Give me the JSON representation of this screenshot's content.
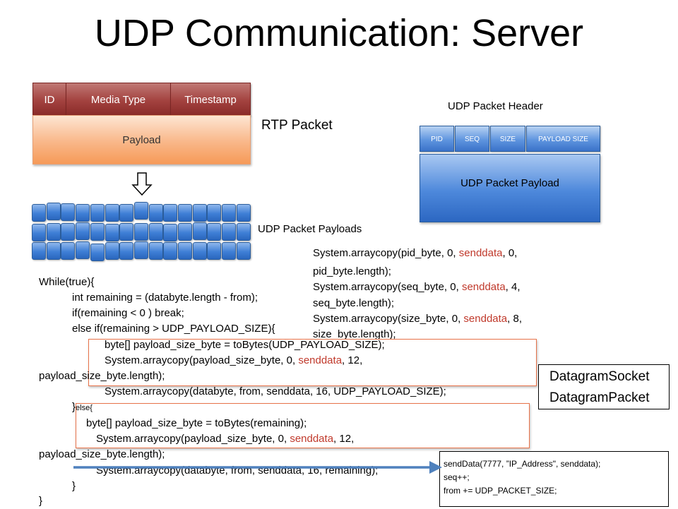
{
  "title": "UDP Communication: Server",
  "rtp": {
    "header_fields": [
      "ID",
      "Media Type",
      "Timestamp"
    ],
    "payload": "Payload",
    "label": "RTP Packet"
  },
  "udp_payloads_label": "UDP Packet Payloads",
  "udp_packet": {
    "header_label": "UDP Packet Header",
    "fields": [
      "PID",
      "SEQ",
      "SIZE",
      "PAYLOAD SIZE"
    ],
    "payload": "UDP Packet Payload"
  },
  "arraycopy_lines": [
    "System.arraycopy(pid_byte, 0, ",
    "senddata",
    ", 0,",
    "pid_byte.length);",
    "System.arraycopy(seq_byte, 0, ",
    ", 4,",
    "seq_byte.length);",
    "System.arraycopy(size_byte, 0, ",
    ", 8,",
    "size_byte.length);"
  ],
  "code": {
    "l1": "While(true){",
    "l2": "int remaining = (databyte.length - from);",
    "l3": "if(remaining < 0 ) break;",
    "l4": "else if(remaining > UDP_PAYLOAD_SIZE){",
    "l5": "byte[] payload_size_byte = toBytes(UDP_PAYLOAD_SIZE);",
    "l6a": "System.arraycopy(payload_size_byte, 0, ",
    "l6b": "senddata",
    "l6c": ", 12,",
    "l7": "payload_size_byte.length);",
    "l8": "System.arraycopy(databyte, from, senddata, 16, UDP_PAYLOAD_SIZE);",
    "l9a": "}",
    "l9b": "else{",
    "l10": "byte[] payload_size_byte = toBytes(remaining);",
    "l11a": "System.arraycopy(payload_size_byte, 0, ",
    "l11b": "senddata",
    "l11c": ", 12,",
    "l12": "payload_size_byte.length);",
    "l13": "System.arraycopy(databyte, from, senddata, 16, remaining);",
    "l14": "}",
    "l15": "}"
  },
  "datagram": [
    "DatagramSocket",
    "DatagramPacket"
  ],
  "send": [
    "sendData(7777, ”IP_Address\", senddata);",
    "seq++;",
    "from += UDP_PACKET_SIZE;"
  ],
  "colors": {
    "keyword_red": "#c0392b",
    "box_orange": "#e8734a",
    "arrow_blue": "#4f81bd"
  }
}
